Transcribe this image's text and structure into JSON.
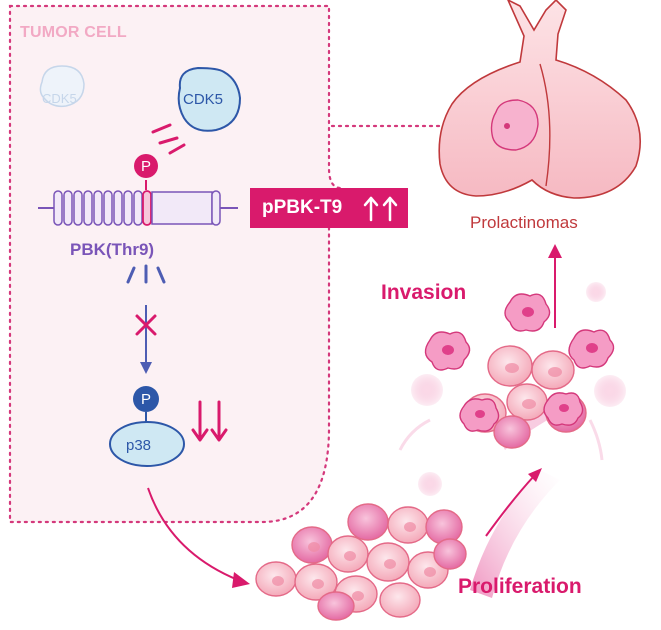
{
  "labels": {
    "tumor_cell": "TUMOR CELL",
    "cdk5_inactive": "CDK5",
    "cdk5_active": "CDK5",
    "phospho_top": "P",
    "pbk": "PBK(Thr9)",
    "ppbk": "pPBK-T9",
    "phospho_bottom": "P",
    "p38": "p38",
    "prolactinomas": "Prolactinomas",
    "invasion": "Invasion",
    "proliferation": "Proliferation"
  },
  "icons": {
    "block": "cross-inhibition-icon",
    "up": "double-up-arrow-icon",
    "down": "double-down-arrow-icon"
  },
  "colors": {
    "magenta": "#d91a6c",
    "purple": "#7a55b8",
    "blue": "#2d57a8",
    "tumor_border": "#d4387b",
    "prolactinoma_text": "#c0393c"
  }
}
